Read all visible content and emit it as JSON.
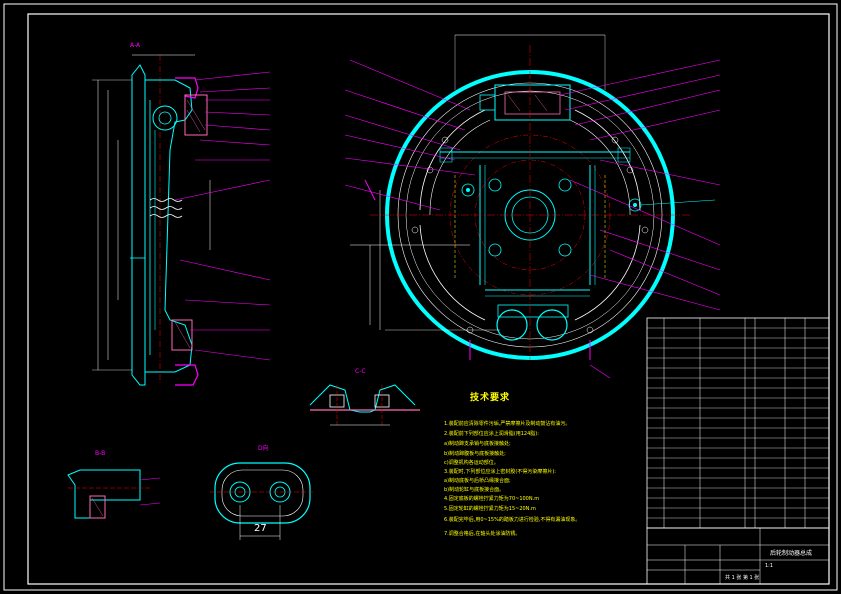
{
  "views": {
    "section_aa": "A-A",
    "section_bb": "B-B",
    "section_cc": "C-C",
    "detail_d": "D向"
  },
  "dims": {
    "bolt_spacing": "27"
  },
  "tech_req": {
    "title": "技术要求",
    "notes": [
      "1.装配前应清除零件污垢,严禁摩擦片及制动鼓沾有油污。",
      "2.装配前下列部位应涂上润滑脂(用124脂):",
      "a)制动蹄支承销与底板接触处;",
      "b)制动蹄腹板与底板接触处;",
      "c)调整机构各运动部位。",
      "3.装配时,下列部位应涂上密封胶(不得污染摩擦片):",
      "a)制动底板与后桥凸缘接合面;",
      "b)制动轮缸与底板接合面。",
      "4.固定底板的螺栓拧紧力矩为70~100N.m",
      "5.固定轮缸的螺栓拧紧力矩为15~20N.m",
      "6.装配完毕后,用0~15%的踏板力进行检验,不得有漏油现象。",
      "7.调整合格后,在轴头处涂油防锈。"
    ]
  },
  "title_block": {
    "drawing_title": "后轮制动器总成",
    "scale": "1:1",
    "sheet": "共 1 张 第 1 张"
  },
  "colors": {
    "background": "#000000",
    "frame": "#ffffff",
    "outline": "#00ffff",
    "leader": "#ff00ff",
    "center": "#ff0000",
    "hidden": "#ffff00",
    "section": "#ff69b4"
  }
}
